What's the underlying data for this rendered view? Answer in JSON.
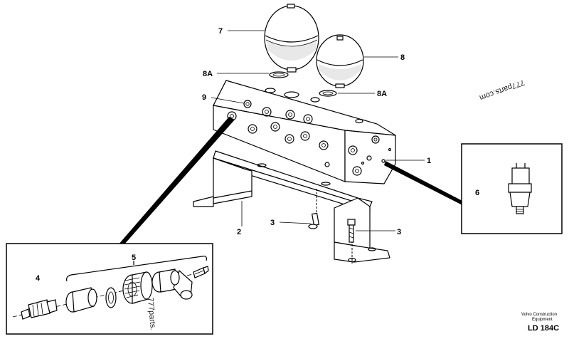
{
  "callouts": {
    "c7": "7",
    "c8": "8",
    "c8a_left": "8A",
    "c8a_right": "8A",
    "c9": "9",
    "c1": "1",
    "c2": "2",
    "c3_left": "3",
    "c3_right": "3",
    "c4": "4",
    "c5": "5",
    "c6": "6"
  },
  "watermarks": {
    "top": "777parts.com",
    "bottom": "777parts."
  },
  "footer": {
    "line1": "Volvo Construction",
    "line2": "Equipment",
    "code": "LD 184C"
  }
}
